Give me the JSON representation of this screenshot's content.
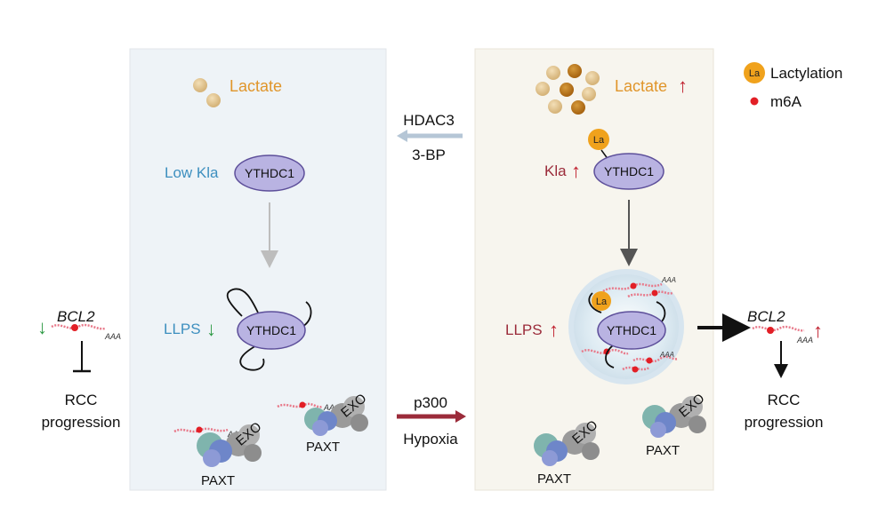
{
  "colors": {
    "left_panel": "#eef3f7",
    "right_panel": "#f7f5ee",
    "lactate_text": "#e0952a",
    "low_kla_text": "#3d8fbf",
    "up_red": "#c0202e",
    "down_green": "#2f9a45",
    "protein_fill": "#b9b3e2",
    "protein_stroke": "#5d4f9a",
    "la_badge": "#f0a21c",
    "m6a_dot": "#e21f26",
    "hdac_arrow": "#b5c6d6",
    "p300_arrow": "#9b2b3a"
  },
  "legend": {
    "lactylation_badge": "La",
    "lactylation_label": "Lactylation",
    "m6a_label": "m6A"
  },
  "left_panel": {
    "lactate_label": "Lactate",
    "kla_label": "Low Kla",
    "protein_label": "YTHDC1",
    "llps_label": "LLPS",
    "llps_arrow": "↓",
    "exo_label": "EXO",
    "paxt_label": "PAXT",
    "polya_label": "AAA"
  },
  "right_panel": {
    "lactate_label": "Lactate",
    "lactate_arrow": "↑",
    "la_badge": "La",
    "kla_label": "Kla",
    "kla_arrow": "↑",
    "protein_label": "YTHDC1",
    "llps_label": "LLPS",
    "llps_arrow": "↑",
    "exo_label": "EXO",
    "paxt_label": "PAXT",
    "polya_label": "AAA"
  },
  "middle": {
    "hdac_label": "HDAC3",
    "bp_label": "3-BP",
    "p300_label": "p300",
    "hypoxia_label": "Hypoxia"
  },
  "left_outcome": {
    "gene_label": "BCL2",
    "polya_label": "AAA",
    "arrow": "↓",
    "rcc_line1": "RCC",
    "rcc_line2": "progression"
  },
  "right_outcome": {
    "gene_label": "BCL2",
    "polya_label": "AAA",
    "arrow": "↑",
    "rcc_line1": "RCC",
    "rcc_line2": "progression"
  }
}
